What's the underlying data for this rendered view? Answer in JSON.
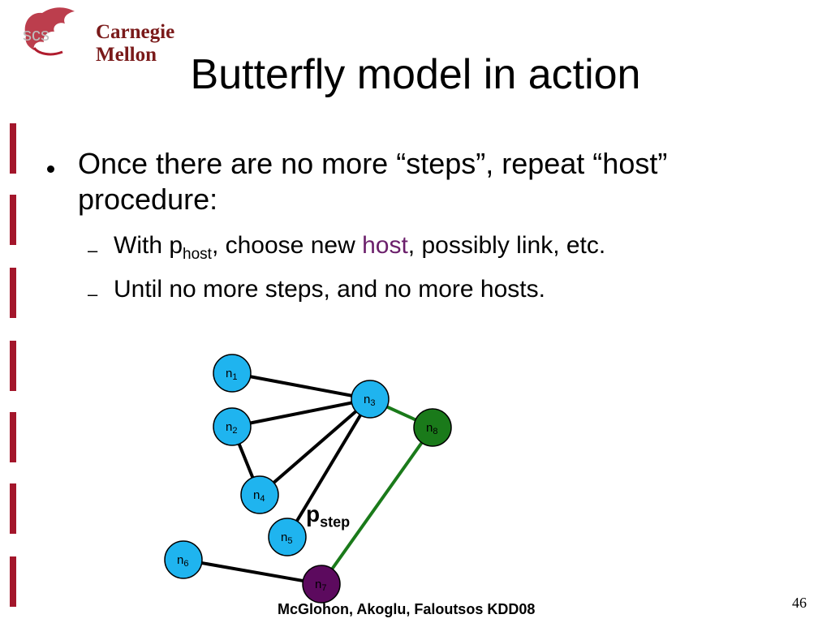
{
  "header": {
    "logo_badge": "scs",
    "logo_text": "Carnegie Mellon"
  },
  "slide": {
    "title": "Butterfly model in action",
    "bullet": "Once there are no more “steps”, repeat “host” procedure:",
    "sub_bullets": [
      {
        "pre": "With p",
        "subscript": "host",
        "mid": ", choose new ",
        "highlight": "host",
        "post": ", possibly link, etc."
      },
      {
        "text": "Until no more steps, and no more hosts."
      }
    ]
  },
  "graph": {
    "nodes": [
      {
        "id": "n1",
        "base": "n",
        "sub": "1",
        "fill": "#1fb4ef",
        "text_color": "#000000"
      },
      {
        "id": "n2",
        "base": "n",
        "sub": "2",
        "fill": "#1fb4ef",
        "text_color": "#000000"
      },
      {
        "id": "n3",
        "base": "n",
        "sub": "3",
        "fill": "#1fb4ef",
        "text_color": "#000000"
      },
      {
        "id": "n4",
        "base": "n",
        "sub": "4",
        "fill": "#1fb4ef",
        "text_color": "#000000"
      },
      {
        "id": "n5",
        "base": "n",
        "sub": "5",
        "fill": "#1fb4ef",
        "text_color": "#000000"
      },
      {
        "id": "n6",
        "base": "n",
        "sub": "6",
        "fill": "#1fb4ef",
        "text_color": "#000000"
      },
      {
        "id": "n7",
        "base": "n",
        "sub": "7",
        "fill": "#5c0a5e",
        "text_color": "#000000"
      },
      {
        "id": "n8",
        "base": "n",
        "sub": "8",
        "fill": "#1a7a1a",
        "text_color": "#000000"
      }
    ],
    "edges": [
      {
        "from": "n1",
        "to": "n3",
        "color": "#000000"
      },
      {
        "from": "n2",
        "to": "n3",
        "color": "#000000"
      },
      {
        "from": "n4",
        "to": "n3",
        "color": "#000000"
      },
      {
        "from": "n5",
        "to": "n3",
        "color": "#000000"
      },
      {
        "from": "n2",
        "to": "n4",
        "color": "#000000"
      },
      {
        "from": "n6",
        "to": "n7",
        "color": "#000000"
      },
      {
        "from": "n3",
        "to": "n8",
        "color": "#1a7a1a"
      },
      {
        "from": "n8",
        "to": "n7",
        "color": "#1a7a1a"
      }
    ],
    "pstep_label": {
      "base": "p",
      "sub": "step"
    }
  },
  "footer": {
    "authors": "McGlohon, Akoglu, Faloutsos KDD08",
    "page_number": "46"
  }
}
